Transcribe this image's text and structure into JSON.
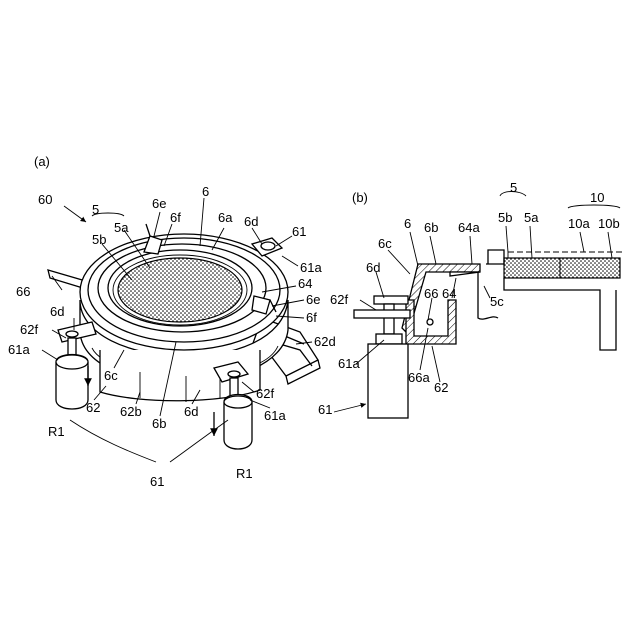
{
  "panel_a": {
    "label": "(a)",
    "labels": {
      "n60": "60",
      "n5": "5",
      "n6": "6",
      "n6e_top": "6e",
      "n6f_top": "6f",
      "n5a": "5a",
      "n5b": "5b",
      "n6a": "6a",
      "n6d_top": "6d",
      "n61_top": "61",
      "n61a_right": "61a",
      "n66": "66",
      "n64": "64",
      "n6e_right": "6e",
      "n6f_right": "6f",
      "n6d_left": "6d",
      "n62d": "62d",
      "n62f_left": "62f",
      "n61a_left": "61a",
      "n6c": "6c",
      "n62_left": "62",
      "n62b": "62b",
      "n6d_bottom": "6d",
      "n62f_right": "62f",
      "n61a_bottom": "61a",
      "n6b": "6b",
      "nR1_left": "R1",
      "nR1_right": "R1",
      "n61_bottom": "61"
    }
  },
  "panel_b": {
    "label": "(b)",
    "labels": {
      "n5": "5",
      "n10": "10",
      "n6": "6",
      "n6b": "6b",
      "n64a": "64a",
      "n5b": "5b",
      "n5a": "5a",
      "n10a": "10a",
      "n10b": "10b",
      "n6c": "6c",
      "n6d": "6d",
      "n62f": "62f",
      "n66": "66",
      "n64": "64",
      "n5c": "5c",
      "n61a": "61a",
      "n66a": "66a",
      "n62": "62",
      "n61": "61"
    }
  }
}
